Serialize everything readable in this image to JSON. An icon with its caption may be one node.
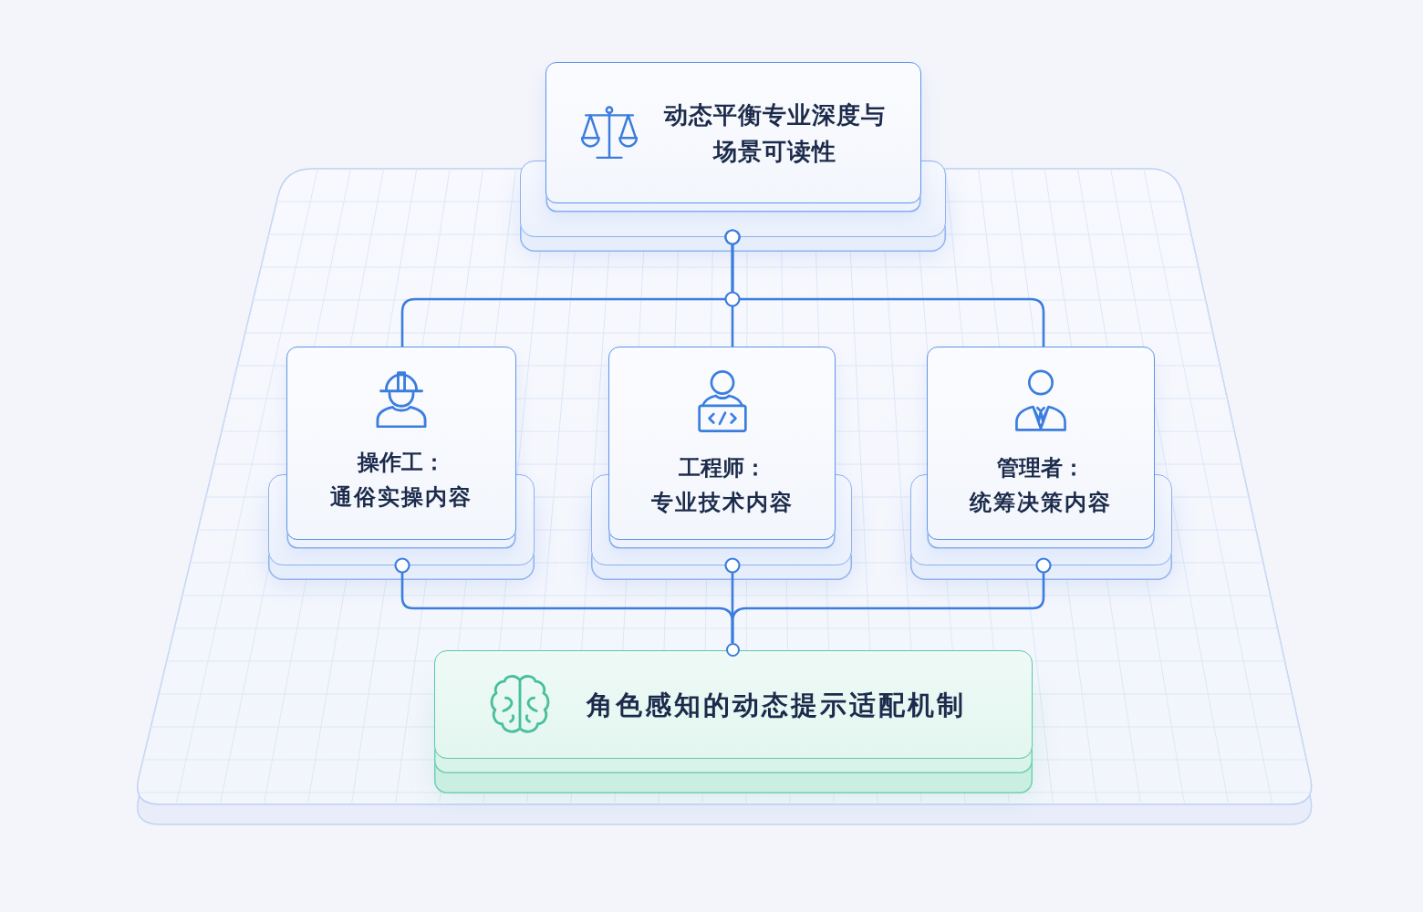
{
  "diagram": {
    "nodes": [
      {
        "text": [
          "动态平衡专业深度与场景可读性"
        ]
      },
      {
        "text": [
          "操作工：",
          "通俗实操内容"
        ]
      },
      {
        "text": [
          "工程师：",
          "专业技术内容"
        ]
      },
      {
        "text": [
          "管理者：",
          "统筹决策内容"
        ]
      },
      {
        "text": [
          "角色感知的动态提示适配机制"
        ]
      }
    ],
    "edges": [
      {
        "from": 0,
        "to": 1,
        "arrow": "other"
      },
      {
        "from": 0,
        "to": 2,
        "arrow": "other"
      },
      {
        "from": 0,
        "to": 3,
        "arrow": "other"
      },
      {
        "from": 1,
        "to": 4,
        "arrow": "other"
      },
      {
        "from": 2,
        "to": 4,
        "arrow": "other"
      },
      {
        "from": 3,
        "to": 4,
        "arrow": "other"
      }
    ]
  }
}
